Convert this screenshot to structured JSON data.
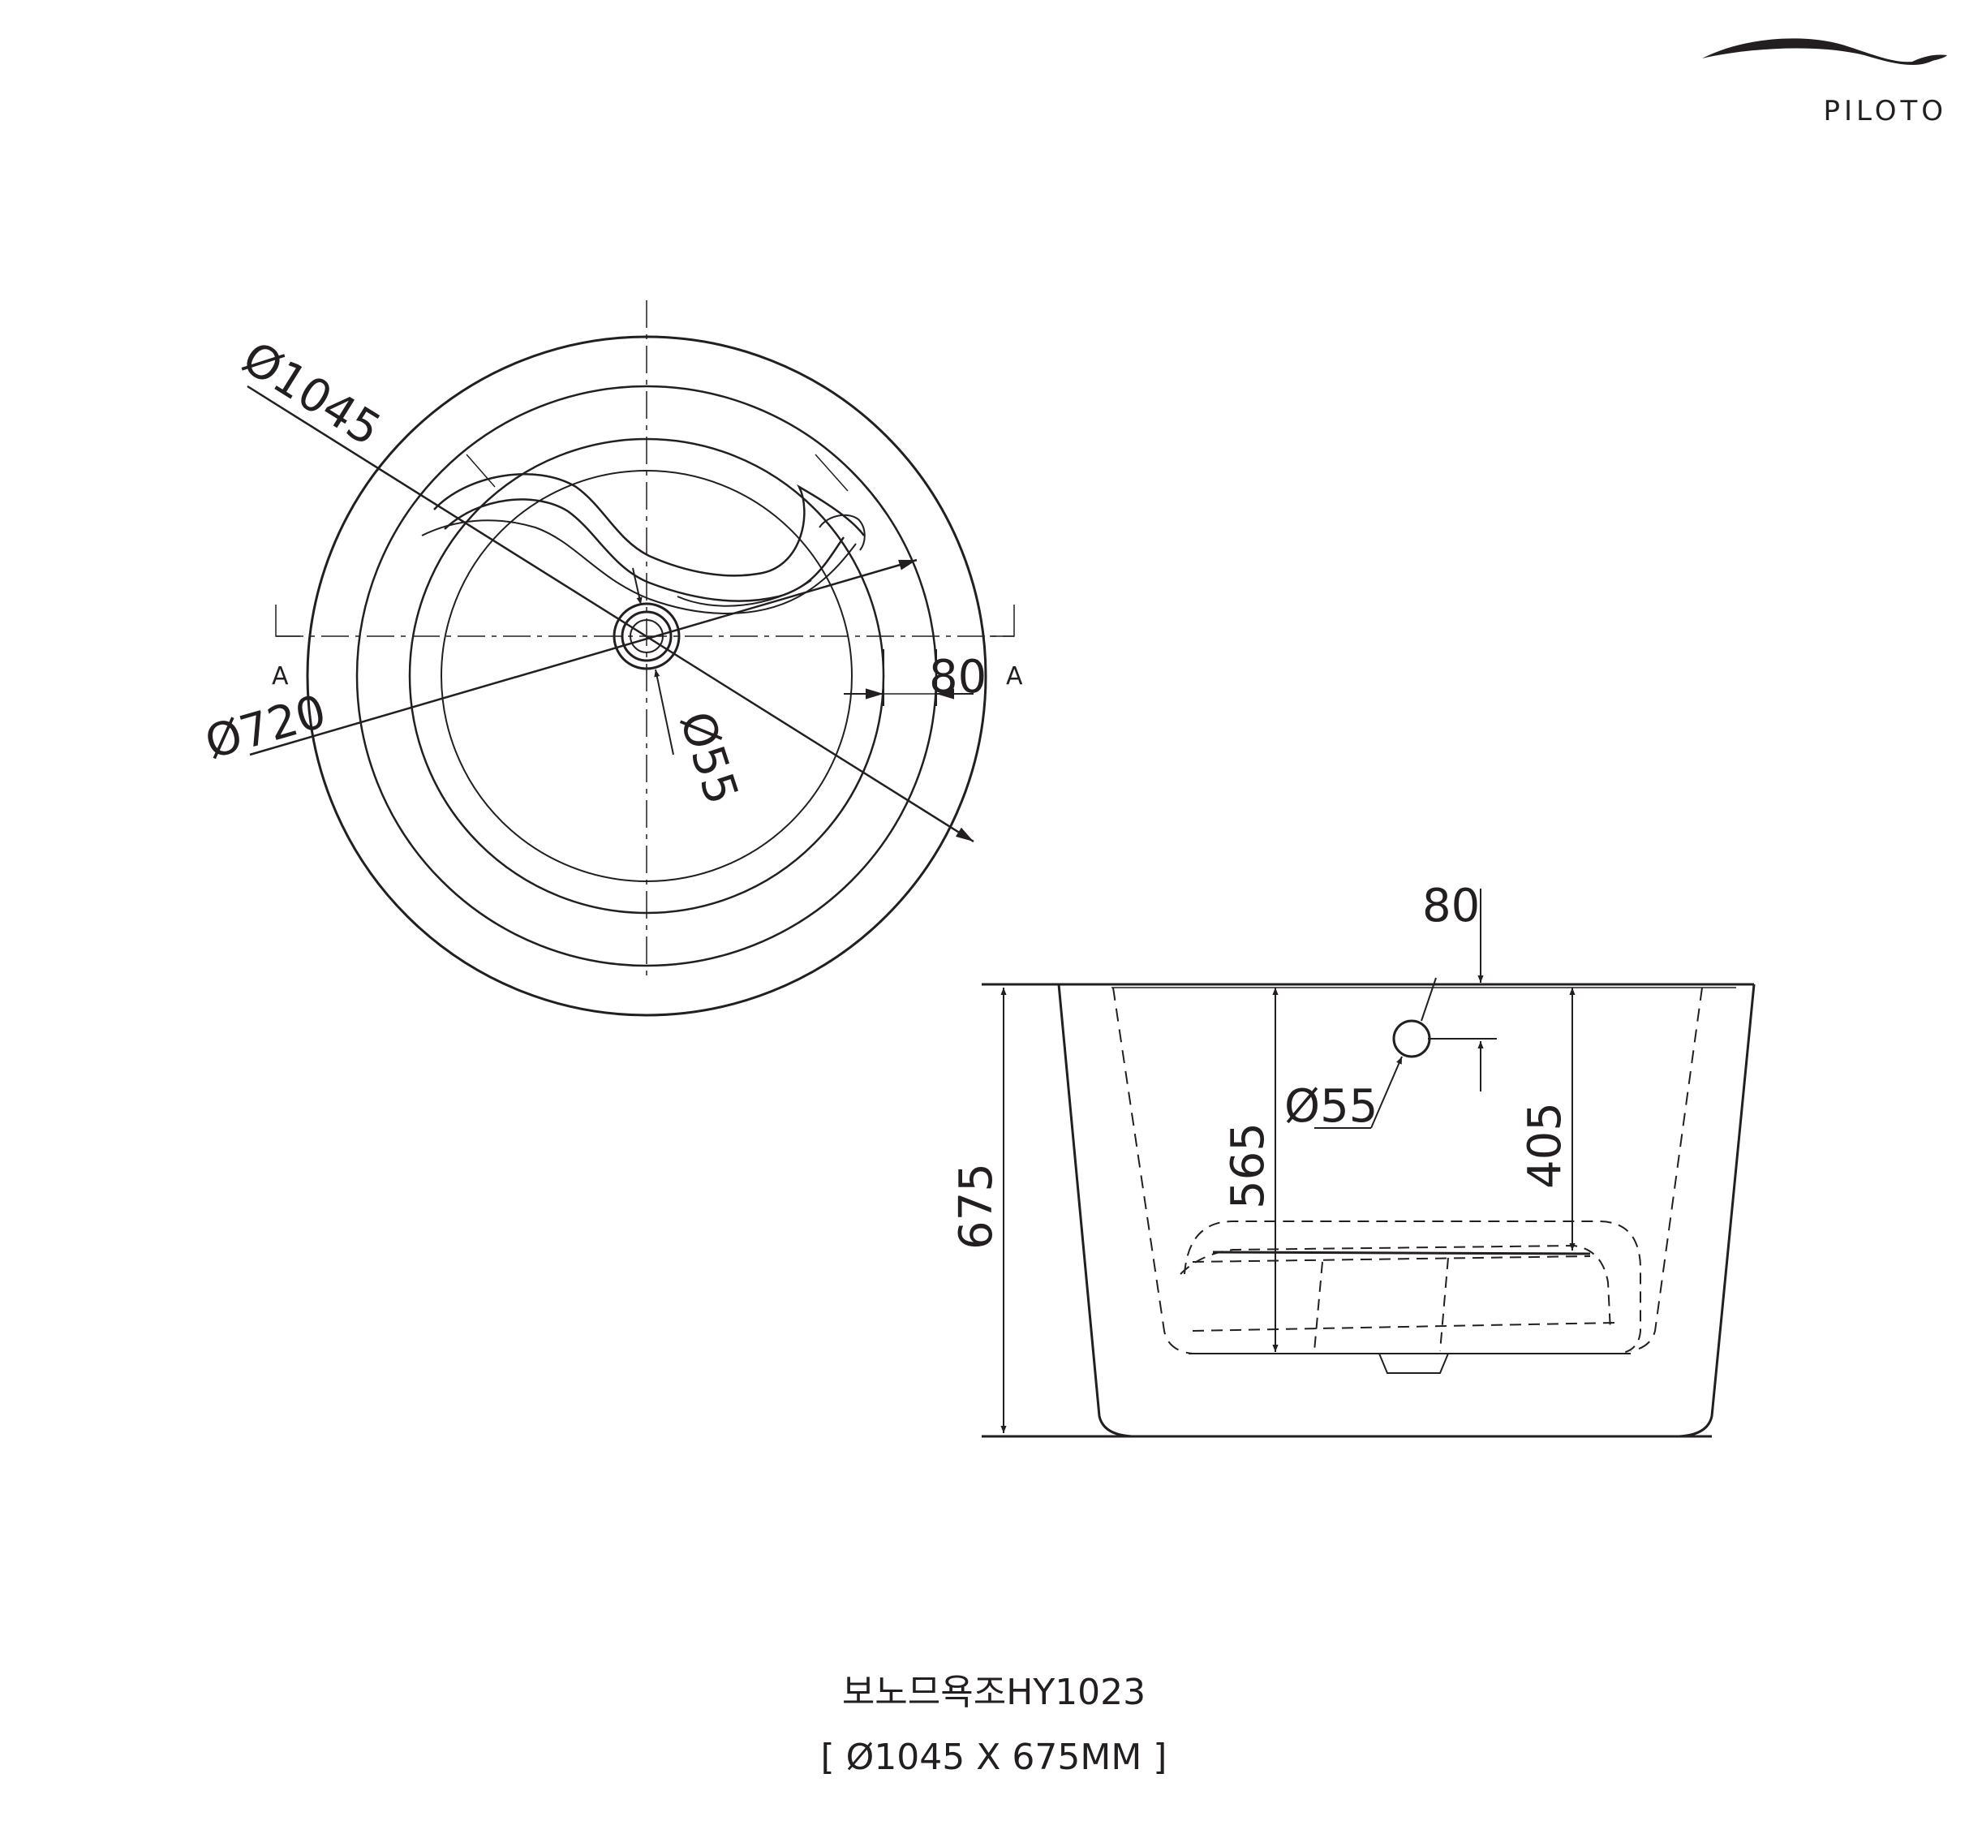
{
  "brand": {
    "name": "PILOTO"
  },
  "plan_view": {
    "dim_outer_diameter": "Ø1045",
    "dim_inner_diameter": "Ø720",
    "dim_drain": "Ø55",
    "dim_rim": "80",
    "section_mark_left": "A",
    "section_mark_right": "A"
  },
  "section_view": {
    "dim_rim": "80",
    "dim_overflow": "Ø55",
    "dim_total_height": "675",
    "dim_inner_depth": "565",
    "dim_overflow_height": "405"
  },
  "product": {
    "name": "보노므욕조HY1023",
    "spec": "[ Ø1045 X 675MM ]"
  },
  "colors": {
    "ink": "#231f20",
    "background": "#ffffff"
  }
}
